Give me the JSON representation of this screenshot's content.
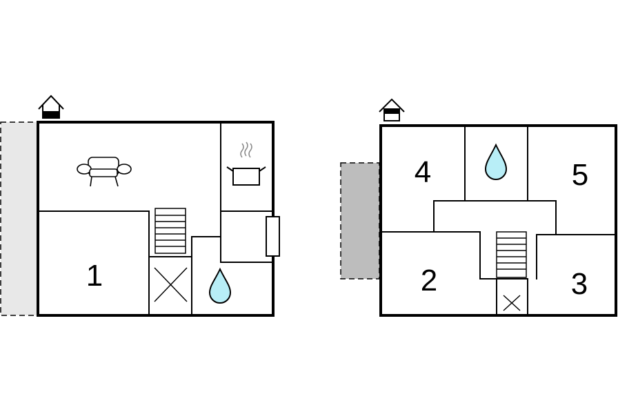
{
  "colors": {
    "wall": "#000000",
    "background": "#ffffff",
    "terrace_light": "#e8e8e8",
    "terrace_dark": "#bdbdbd",
    "water": "#b8eef7"
  },
  "floors": [
    {
      "icons": [
        "entrance-icon",
        "sofa-icon",
        "cooking-pot-icon",
        "stairs-icon",
        "void-icon",
        "water-drop-icon",
        "terrace"
      ],
      "rooms": [
        "1"
      ]
    },
    {
      "icons": [
        "entrance-icon",
        "water-drop-icon",
        "stairs-icon",
        "void-icon",
        "terrace"
      ],
      "rooms": [
        "4",
        "5",
        "2",
        "3"
      ]
    }
  ]
}
